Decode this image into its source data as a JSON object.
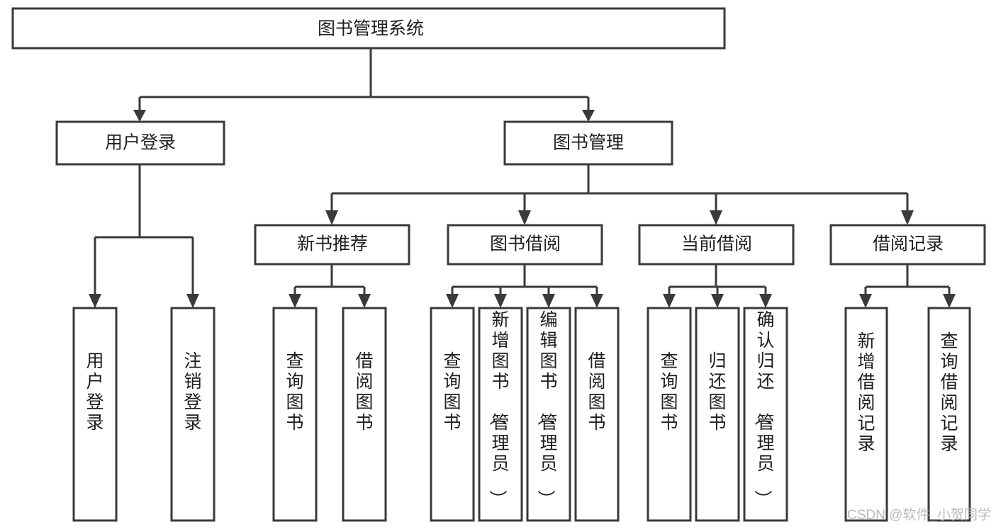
{
  "diagram": {
    "title": "图书管理系统",
    "type": "tree",
    "orientation": "top-down",
    "background_color": "#ffffff",
    "line_color": "#3a3a3a",
    "text_color": "#1d1d1d",
    "levels": 4,
    "root": {
      "id": "root",
      "label": "图书管理系统",
      "text_orientation": "horizontal"
    },
    "level2": [
      {
        "id": "user-login",
        "label": "用户登录",
        "text_orientation": "horizontal"
      },
      {
        "id": "book-management",
        "label": "图书管理",
        "text_orientation": "horizontal"
      }
    ],
    "level3": [
      {
        "id": "new-book-recommend",
        "label": "新书推荐",
        "text_orientation": "horizontal",
        "parent": "book-management"
      },
      {
        "id": "book-borrow",
        "label": "图书借阅",
        "text_orientation": "horizontal",
        "parent": "book-management"
      },
      {
        "id": "current-borrow",
        "label": "当前借阅",
        "text_orientation": "horizontal",
        "parent": "book-management"
      },
      {
        "id": "borrow-record",
        "label": "借阅记录",
        "text_orientation": "horizontal",
        "parent": "book-management"
      }
    ],
    "leaves": [
      {
        "id": "leaf-user-login",
        "label": "用户登录",
        "parent": "user-login",
        "text_orientation": "vertical"
      },
      {
        "id": "leaf-logout",
        "label": "注销登录",
        "parent": "user-login",
        "text_orientation": "vertical"
      },
      {
        "id": "leaf-query-book-1",
        "label": "查询图书",
        "parent": "new-book-recommend",
        "text_orientation": "vertical"
      },
      {
        "id": "leaf-borrow-book-1",
        "label": "借阅图书",
        "parent": "new-book-recommend",
        "text_orientation": "vertical"
      },
      {
        "id": "leaf-query-book-2",
        "label": "查询图书",
        "parent": "book-borrow",
        "text_orientation": "vertical"
      },
      {
        "id": "leaf-add-book",
        "label": "新增图书（管理员）",
        "parent": "book-borrow",
        "text_orientation": "vertical"
      },
      {
        "id": "leaf-edit-book",
        "label": "编辑图书（管理员）",
        "parent": "book-borrow",
        "text_orientation": "vertical"
      },
      {
        "id": "leaf-borrow-book-2",
        "label": "借阅图书",
        "parent": "book-borrow",
        "text_orientation": "vertical"
      },
      {
        "id": "leaf-query-book-3",
        "label": "查询图书",
        "parent": "current-borrow",
        "text_orientation": "vertical"
      },
      {
        "id": "leaf-return-book",
        "label": "归还图书",
        "parent": "current-borrow",
        "text_orientation": "vertical"
      },
      {
        "id": "leaf-confirm-return",
        "label": "确认归还（管理员）",
        "parent": "current-borrow",
        "text_orientation": "vertical"
      },
      {
        "id": "leaf-add-record",
        "label": "新增借阅记录",
        "parent": "borrow-record",
        "text_orientation": "vertical"
      },
      {
        "id": "leaf-query-record",
        "label": "查询借阅记录",
        "parent": "borrow-record",
        "text_orientation": "vertical"
      }
    ]
  },
  "watermark": {
    "label": "CSDN @软件_小贺同学"
  }
}
